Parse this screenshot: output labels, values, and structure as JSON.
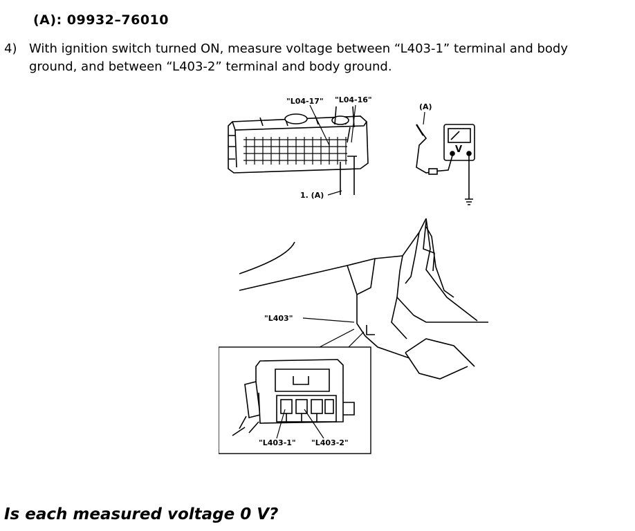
{
  "tool": {
    "line": "(A): 09932–76010"
  },
  "step": {
    "number": "4)",
    "line1": "With ignition switch turned ON, measure voltage between “L403-1” terminal and body",
    "line2": "ground, and between “L403-2” terminal and body ground."
  },
  "figure": {
    "label_l04_17": "\"L04-17\"",
    "label_l04_16": "\"L04-16\"",
    "label_a": "(A)",
    "label_1a": "1. (A)",
    "label_v": "V",
    "label_l403": "\"L403\"",
    "label_l403_1": "\"L403-1\"",
    "label_l403_2": "\"L403-2\""
  },
  "question": {
    "text": "Is each measured voltage 0 V?"
  }
}
